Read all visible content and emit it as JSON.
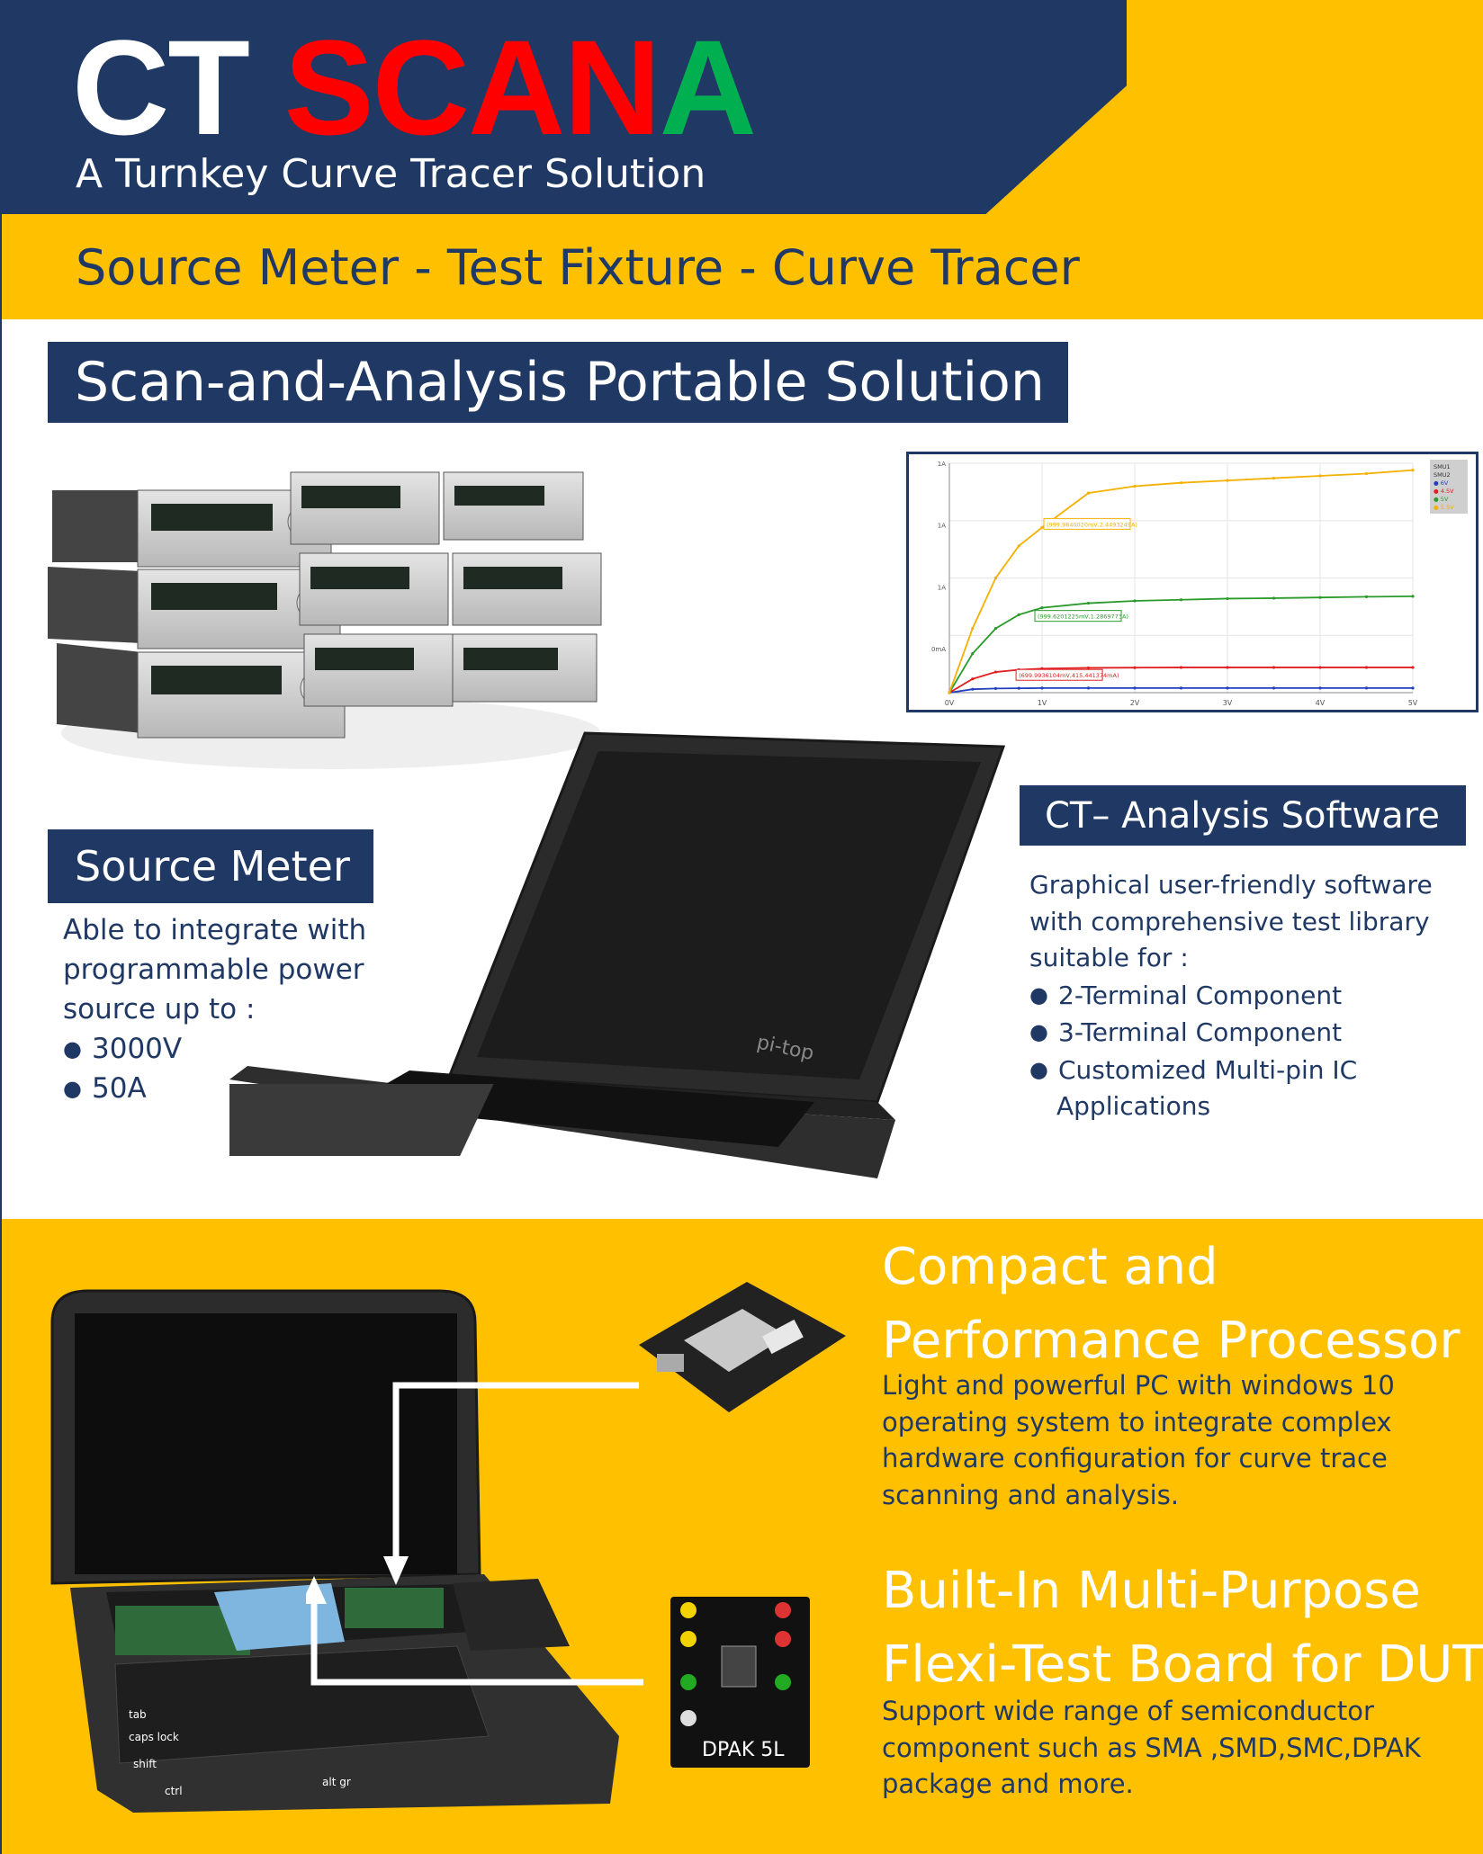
{
  "header": {
    "brand_part1": "CT ",
    "brand_part2": "SCAN",
    "brand_part3": "A",
    "tagline": "A Turnkey Curve Tracer Solution",
    "subtitle": "Source Meter - Test Fixture - Curve Tracer"
  },
  "main_banner": "Scan-and-Analysis Portable Solution",
  "source_meter": {
    "title": "Source Meter",
    "description": "Able to integrate with programmable power source up to :",
    "bullets": [
      "3000V",
      "50A"
    ]
  },
  "analysis_software": {
    "title": "CT– Analysis Software",
    "description": "Graphical user-friendly software with comprehensive test library suitable for :",
    "bullets": [
      "2-Terminal Component",
      "3-Terminal Component",
      "Customized Multi-pin IC",
      "Applications"
    ]
  },
  "processor": {
    "title_line1": "Compact and",
    "title_line2": "Performance Processor",
    "body": "Light and powerful PC with windows 10 operating system to integrate complex hardware configuration for curve trace scanning and analysis."
  },
  "test_board": {
    "title_line1": "Built-In Multi-Purpose",
    "title_line2": "Flexi-Test Board for DUT",
    "body": "Support wide range of semiconductor component such as SMA ,SMD,SMC,DPAK package and more.",
    "board_label": "DPAK 5L"
  },
  "colors": {
    "navy": "#1F3864",
    "yellow": "#FFC000",
    "red": "#FF0000",
    "green": "#00B050"
  },
  "chart_data": {
    "type": "line",
    "x_tick_labels": [
      "0V",
      "1V",
      "2V",
      "3V",
      "4V",
      "5V"
    ],
    "x": [
      0,
      0.25,
      0.5,
      0.75,
      1,
      1.5,
      2,
      2.5,
      3,
      3.5,
      4,
      4.5,
      5
    ],
    "ylim": [
      0,
      1
    ],
    "series": [
      {
        "name": "6V",
        "color": "#1f3fbf",
        "values": [
          0,
          0.015,
          0.018,
          0.019,
          0.02,
          0.02,
          0.02,
          0.02,
          0.02,
          0.02,
          0.02,
          0.02,
          0.02
        ]
      },
      {
        "name": "4.5V",
        "color": "#e02020",
        "values": [
          0,
          0.06,
          0.09,
          0.1,
          0.105,
          0.108,
          0.109,
          0.11,
          0.11,
          0.11,
          0.11,
          0.11,
          0.11
        ]
      },
      {
        "name": "5V",
        "color": "#2a9a2a",
        "values": [
          0,
          0.17,
          0.28,
          0.34,
          0.37,
          0.39,
          0.4,
          0.405,
          0.41,
          0.412,
          0.415,
          0.418,
          0.42
        ]
      },
      {
        "name": "5.5V",
        "color": "#f5b000",
        "values": [
          0,
          0.28,
          0.5,
          0.64,
          0.72,
          0.87,
          0.9,
          0.915,
          0.925,
          0.935,
          0.945,
          0.955,
          0.97
        ]
      }
    ],
    "legend": [
      "SMU1",
      "SMU2",
      "6V",
      "4.5V",
      "5V",
      "5.5V"
    ],
    "legend_position": "top-right",
    "y_tick_labels": [
      "1A",
      "1A",
      "1A",
      "0mA"
    ],
    "annotations": [
      {
        "text": "(999.9840020mV,2.4493249A)",
        "color": "#f5b000"
      },
      {
        "text": "(999.6201225mV,1.2869773A)",
        "color": "#2a9a2a"
      },
      {
        "text": "(699.9936104mV,415.441374mA)",
        "color": "#e02020"
      }
    ],
    "grid": true
  }
}
